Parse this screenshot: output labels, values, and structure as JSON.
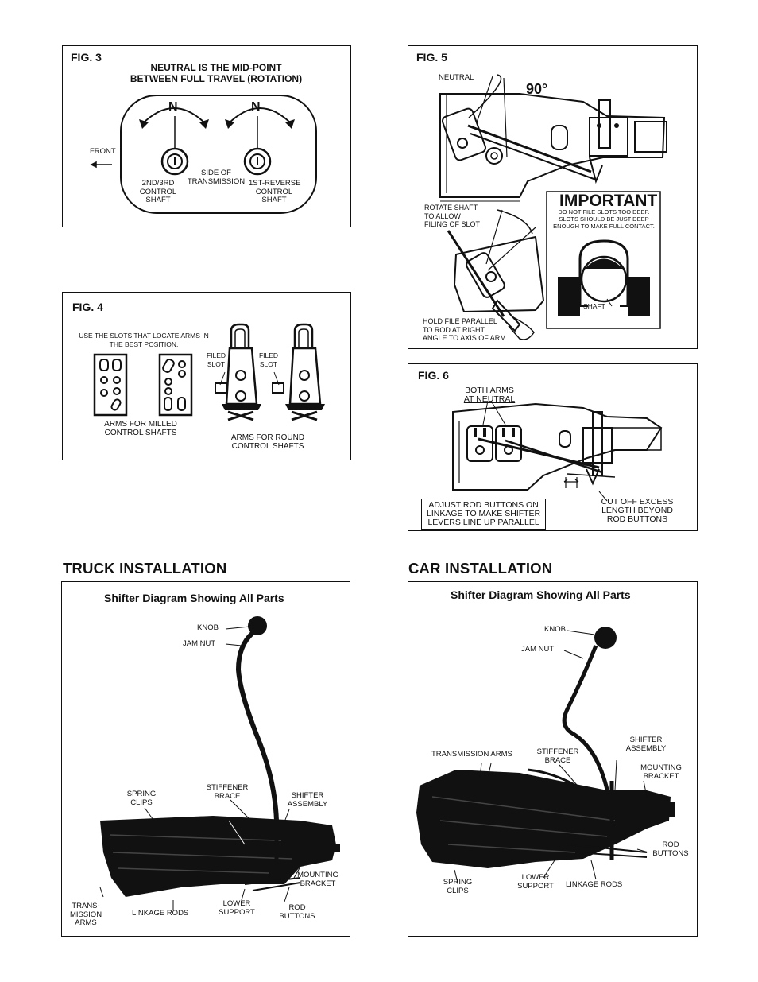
{
  "fig3": {
    "title": "FIG. 3",
    "heading_line1": "NEUTRAL IS THE MID-POINT",
    "heading_line2": "BETWEEN FULL TRAVEL (ROTATION)",
    "front": "FRONT",
    "shaft_23_l1": "2ND/3RD",
    "shaft_23_l2": "CONTROL",
    "shaft_23_l3": "SHAFT",
    "side_l1": "SIDE OF",
    "side_l2": "TRANSMISSION",
    "shaft_1r_l1": "1ST-REVERSE",
    "shaft_1r_l2": "CONTROL",
    "shaft_1r_l3": "SHAFT",
    "n_mark": "N"
  },
  "fig4": {
    "title": "FIG. 4",
    "note_l1": "USE THE SLOTS THAT LOCATE ARMS IN",
    "note_l2": "THE BEST POSITION.",
    "filed1_l1": "FILED",
    "filed1_l2": "SLOT",
    "filed2_l1": "FILED",
    "filed2_l2": "SLOT",
    "milled_l1": "ARMS FOR MILLED",
    "milled_l2": "CONTROL SHAFTS",
    "round_l1": "ARMS FOR ROUND",
    "round_l2": "CONTROL SHAFTS"
  },
  "fig5": {
    "title": "FIG. 5",
    "neutral": "NEUTRAL",
    "angle": "90°",
    "rotate_l1": "ROTATE SHAFT",
    "rotate_l2": "TO ALLOW",
    "rotate_l3": "FILING OF SLOT",
    "hold_l1": "HOLD FILE PARALLEL",
    "hold_l2": "TO ROD AT RIGHT",
    "hold_l3": "ANGLE TO AXIS OF ARM.",
    "important": "IMPORTANT",
    "imp_l1": "DO NOT FILE SLOTS TOO DEEP.",
    "imp_l2": "SLOTS SHOULD BE JUST DEEP",
    "imp_l3": "ENOUGH TO MAKE FULL CONTACT.",
    "shaft": "SHAFT"
  },
  "fig6": {
    "title": "FIG. 6",
    "both_l1": "BOTH ARMS",
    "both_l2": "AT NEUTRAL",
    "adjust_l1": "ADJUST ROD BUTTONS ON",
    "adjust_l2": "LINKAGE TO MAKE SHIFTER",
    "adjust_l3": "LEVERS LINE UP PARALLEL",
    "cut_l1": "CUT OFF EXCESS",
    "cut_l2": "LENGTH BEYOND",
    "cut_l3": "ROD BUTTONS"
  },
  "truck": {
    "heading": "TRUCK INSTALLATION",
    "subtitle": "Shifter Diagram Showing All Parts",
    "knob": "KNOB",
    "jam_nut": "JAM NUT",
    "spring_l1": "SPRING",
    "spring_l2": "CLIPS",
    "stiff_l1": "STIFFENER",
    "stiff_l2": "BRACE",
    "shifter_l1": "SHIFTER",
    "shifter_l2": "ASSEMBLY",
    "mount_l1": "MOUNTING",
    "mount_l2": "BRACKET",
    "trans_l1": "TRANS-",
    "trans_l2": "MISSION",
    "trans_l3": "ARMS",
    "linkage": "LINKAGE RODS",
    "lower_l1": "LOWER",
    "lower_l2": "SUPPORT",
    "rod_l1": "ROD",
    "rod_l2": "BUTTONS"
  },
  "car": {
    "heading": "CAR INSTALLATION",
    "subtitle": "Shifter Diagram Showing All Parts",
    "knob": "KNOB",
    "jam_nut": "JAM NUT",
    "trans_arms": "TRANSMISSION ARMS",
    "stiff_l1": "STIFFENER",
    "stiff_l2": "BRACE",
    "shifter_l1": "SHIFTER",
    "shifter_l2": "ASSEMBLY",
    "mount_l1": "MOUNTING",
    "mount_l2": "BRACKET",
    "rod_l1": "ROD",
    "rod_l2": "BUTTONS",
    "spring_l1": "SPRING",
    "spring_l2": "CLIPS",
    "lower_l1": "LOWER",
    "lower_l2": "SUPPORT",
    "linkage": "LINKAGE RODS"
  }
}
